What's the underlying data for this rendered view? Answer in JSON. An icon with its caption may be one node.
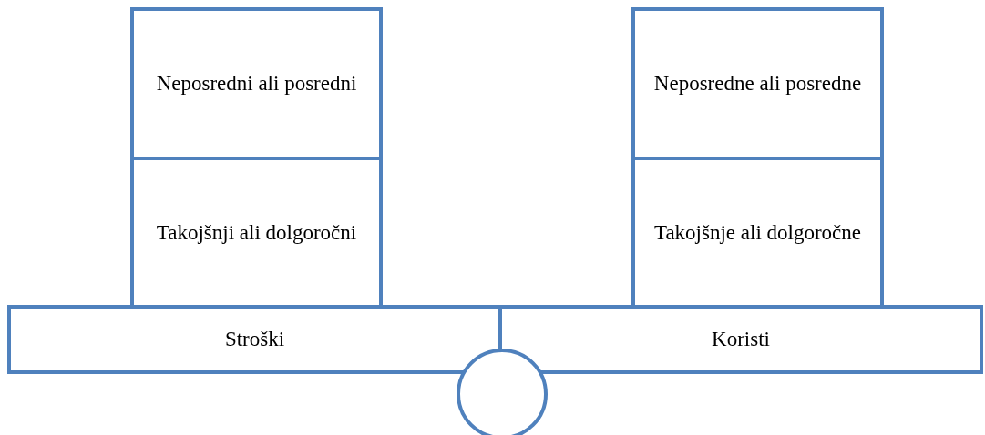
{
  "diagram": {
    "nodes": [
      {
        "text": [
          "Neposredni ali posredni"
        ]
      },
      {
        "text": [
          "Takojšnji ali dolgoročni"
        ]
      },
      {
        "text": [
          "Neposredne ali posredne"
        ]
      },
      {
        "text": [
          "Takojšnje ali dolgoročne"
        ]
      },
      {
        "text": [
          "Stroški"
        ]
      },
      {
        "text": [
          "Koristi"
        ]
      },
      {
        "text": [],
        "shape": "circle"
      }
    ]
  }
}
